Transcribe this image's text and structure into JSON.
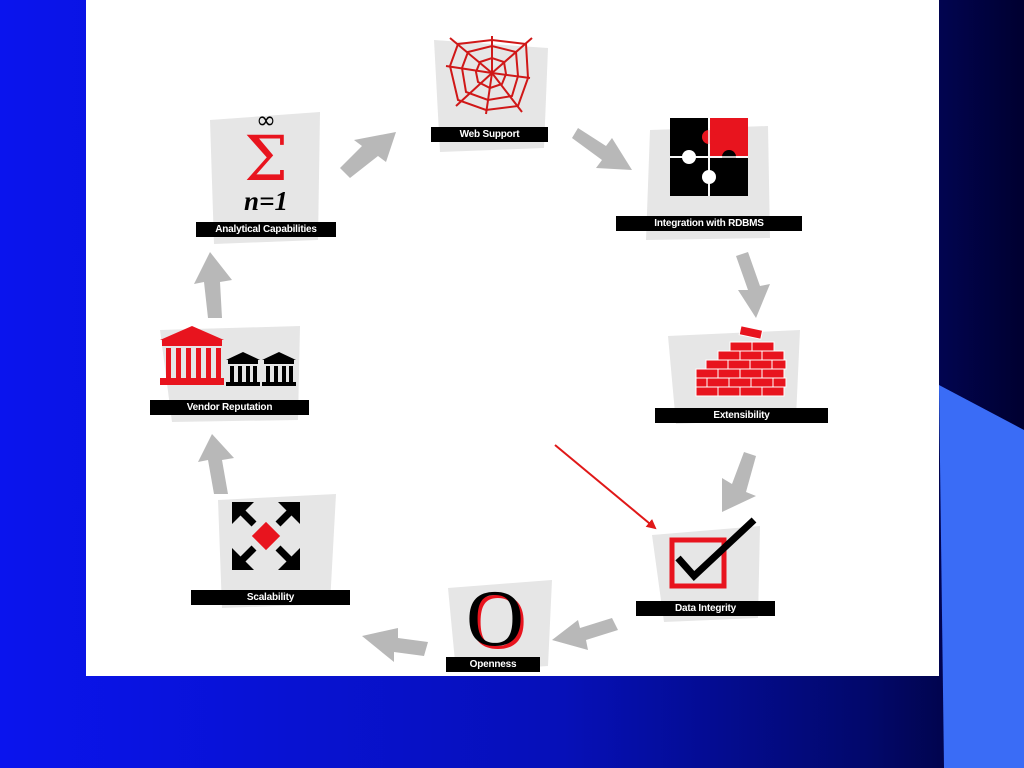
{
  "diagram": {
    "nodes": [
      {
        "id": "web-support",
        "label": "Web Support",
        "icon": "spider-web-icon"
      },
      {
        "id": "integration-rdbms",
        "label": "Integration with RDBMS",
        "icon": "puzzle-icon"
      },
      {
        "id": "extensibility",
        "label": "Extensibility",
        "icon": "brick-wall-icon"
      },
      {
        "id": "data-integrity",
        "label": "Data Integrity",
        "icon": "checkbox-icon"
      },
      {
        "id": "openness",
        "label": "Openness",
        "icon": "letter-o-icon"
      },
      {
        "id": "scalability",
        "label": "Scalability",
        "icon": "expand-arrows-icon"
      },
      {
        "id": "vendor-reputation",
        "label": "Vendor Reputation",
        "icon": "bank-buildings-icon"
      },
      {
        "id": "analytical-capabilities",
        "label": "Analytical Capabilities",
        "icon": "summation-icon"
      }
    ],
    "cycle_arrow_color": "#b8b8b8",
    "highlight_arrow_color": "#e01818",
    "accent_red": "#e8141e",
    "icon_text": {
      "summation_upper": "∞",
      "summation_sigma": "Σ",
      "summation_lower": "n=1",
      "openness_letter": "O"
    }
  },
  "colors": {
    "slide_blue": "#0a14e6",
    "slide_dark": "#000040",
    "panel": "#ffffff"
  }
}
